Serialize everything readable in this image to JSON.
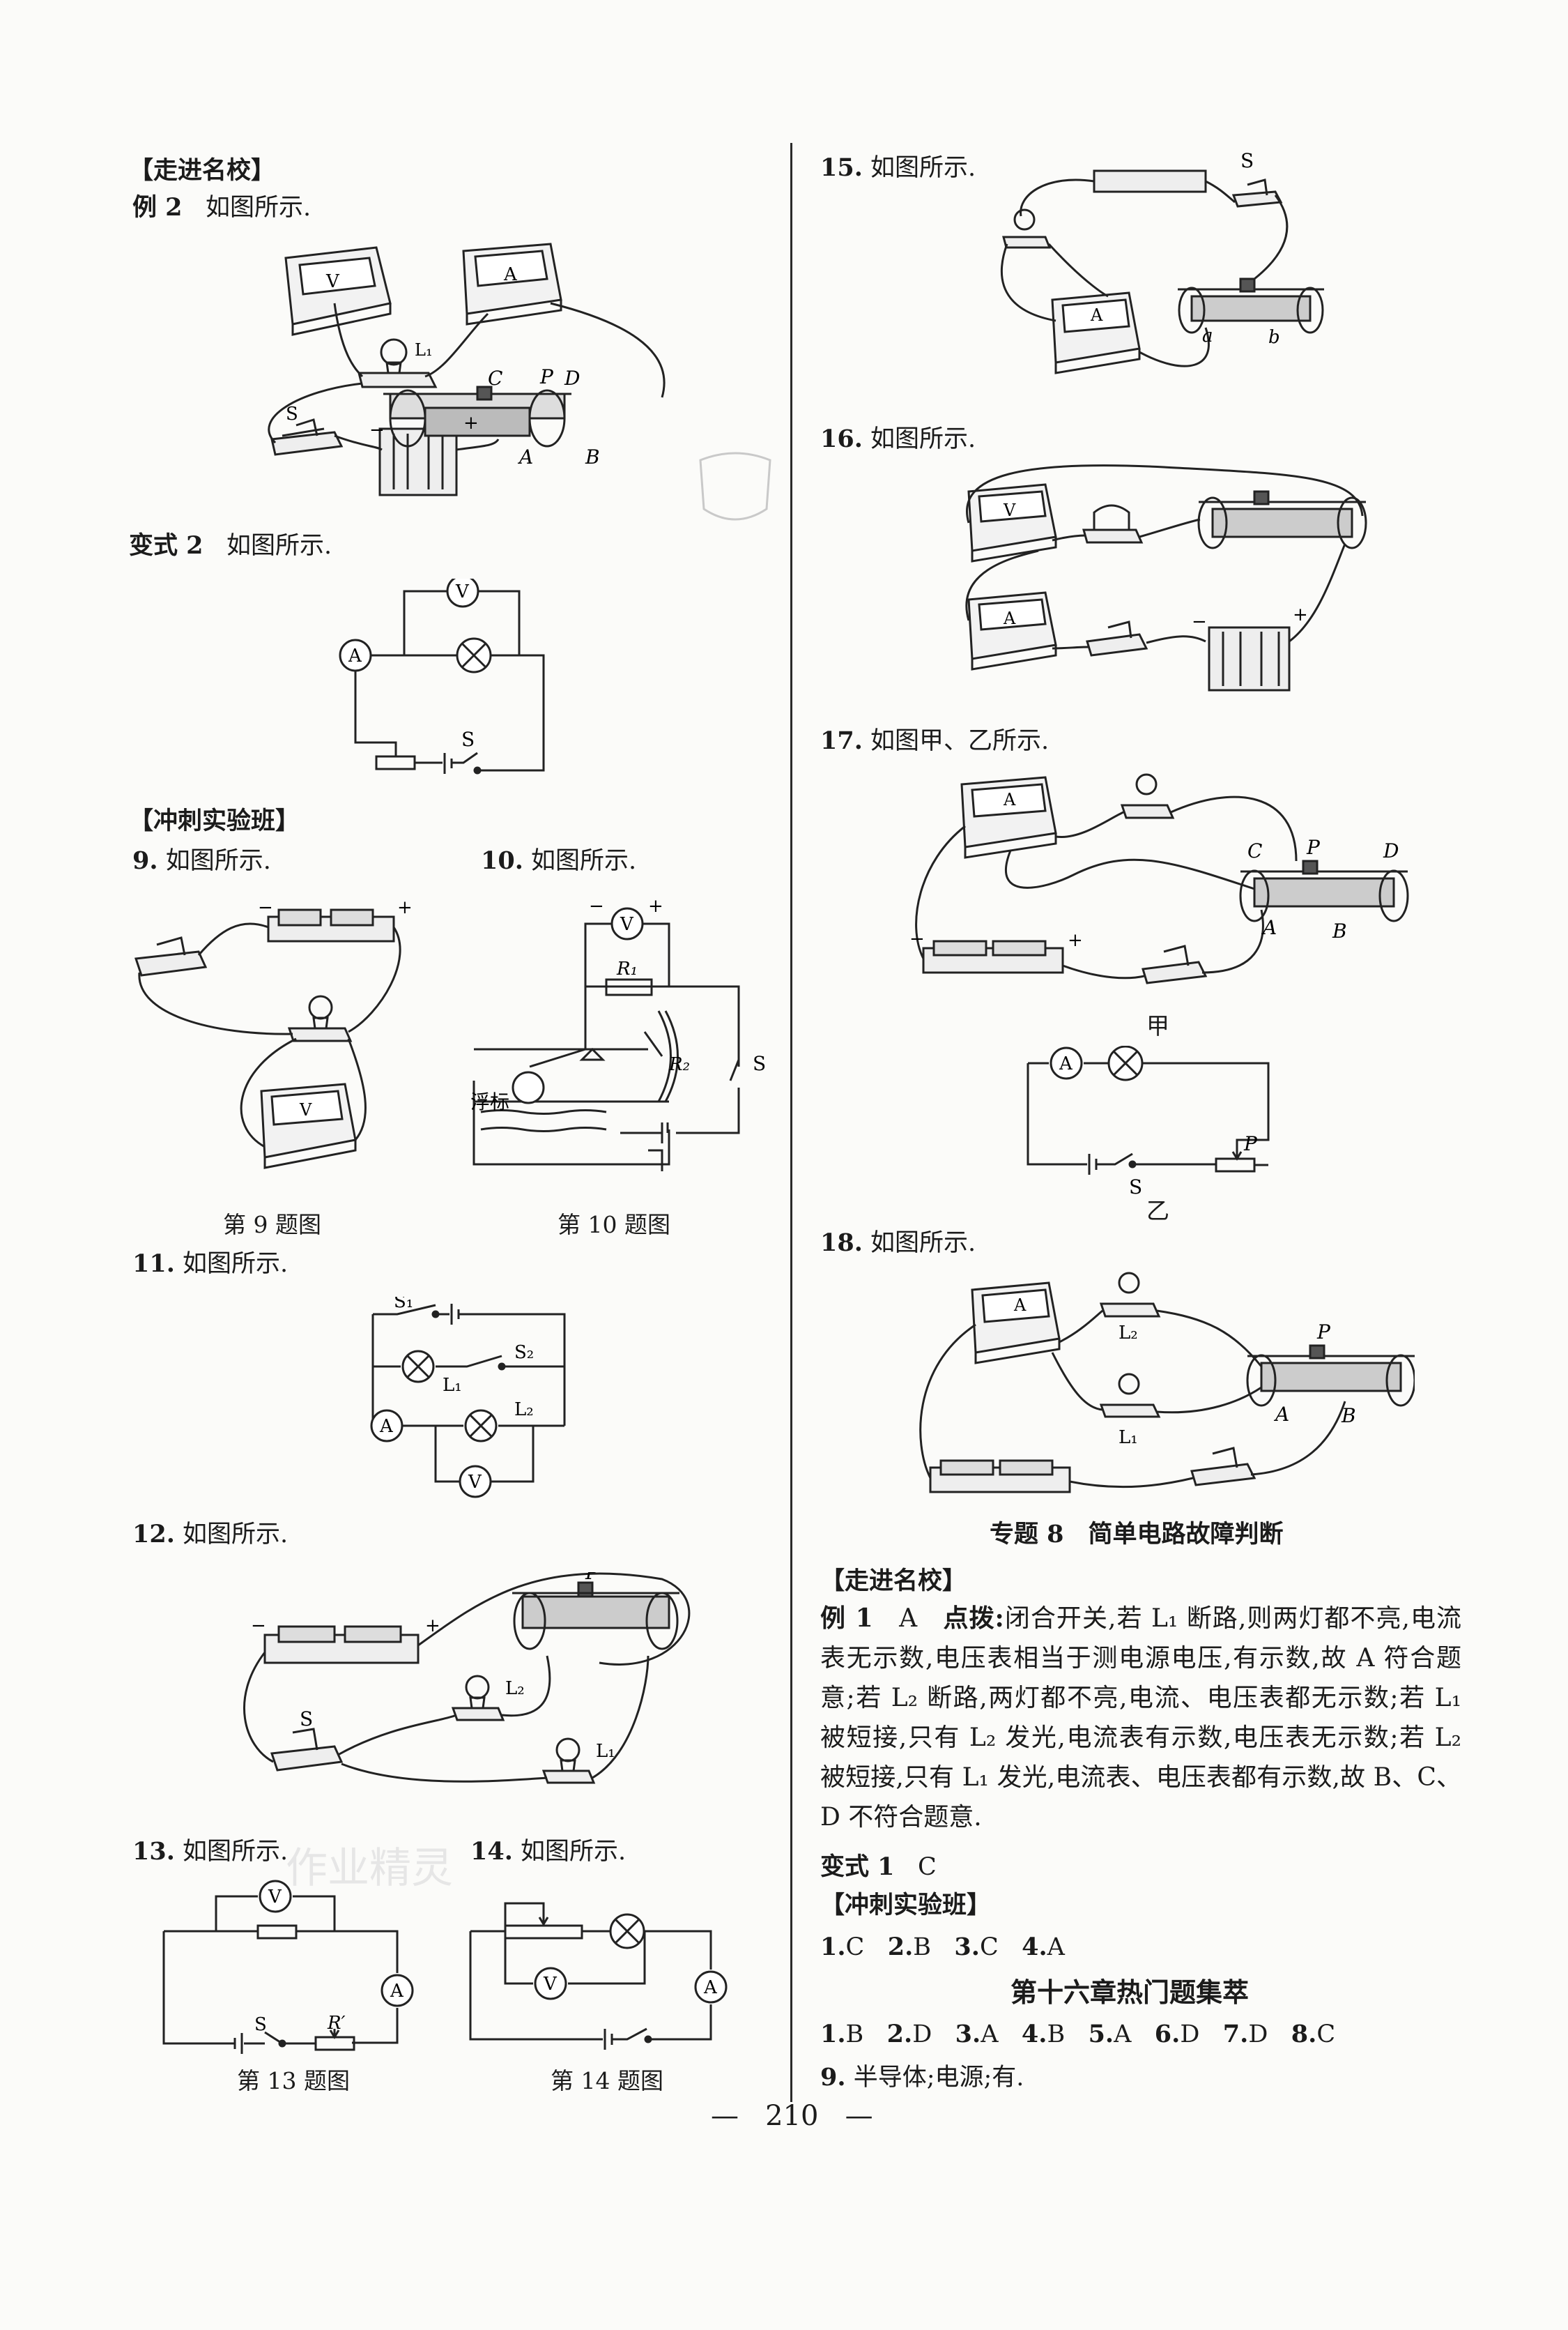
{
  "left": {
    "h_zoujin": "【走进名校】",
    "ex2_label": "例 2",
    "ex2_text": "如图所示.",
    "var2_label": "变式 2",
    "var2_text": "如图所示.",
    "h_chongci": "【冲刺实验班】",
    "q9": "9.",
    "q9_text": "如图所示.",
    "q10": "10.",
    "q10_text": "如图所示.",
    "cap9": "第 9 题图",
    "cap10": "第 10 题图",
    "q11": "11.",
    "q11_text": "如图所示.",
    "q12": "12.",
    "q12_text": "如图所示.",
    "q13": "13.",
    "q13_text": "如图所示.",
    "q14": "14.",
    "q14_text": "如图所示.",
    "cap13": "第 13 题图",
    "cap14": "第 14 题图"
  },
  "right": {
    "q15": "15.",
    "q15_text": "如图所示.",
    "q16": "16.",
    "q16_text": "如图所示.",
    "q17": "17.",
    "q17_text": "如图甲、乙所示.",
    "label_jia": "甲",
    "label_yi": "乙",
    "q18": "18.",
    "q18_text": "如图所示.",
    "topic8": "专题 8　简单电路故障判断",
    "h_zoujin": "【走进名校】",
    "ex1_label": "例 1",
    "ex1_answer": "A",
    "ex1_hint": "点拨:",
    "ex1_text": "闭合开关,若 L₁ 断路,则两灯都不亮,电流表无示数,电压表相当于测电源电压,有示数,故 A 符合题意;若 L₂ 断路,两灯都不亮,电流、电压表都无示数;若 L₁ 被短接,只有 L₂ 发光,电流表有示数,电压表无示数;若 L₂ 被短接,只有 L₁ 发光,电流表、电压表都有示数,故 B、C、D 不符合题意.",
    "var1_label": "变式 1",
    "var1_answer": "C",
    "h_chongci": "【冲刺实验班】",
    "answers_a": [
      {
        "n": "1.",
        "a": "C"
      },
      {
        "n": "2.",
        "a": "B"
      },
      {
        "n": "3.",
        "a": "C"
      },
      {
        "n": "4.",
        "a": "A"
      }
    ],
    "chapter16": "第十六章热门题集萃",
    "answers_b": [
      {
        "n": "1.",
        "a": "B"
      },
      {
        "n": "2.",
        "a": "D"
      },
      {
        "n": "3.",
        "a": "A"
      },
      {
        "n": "4.",
        "a": "B"
      },
      {
        "n": "5.",
        "a": "A"
      },
      {
        "n": "6.",
        "a": "D"
      },
      {
        "n": "7.",
        "a": "D"
      },
      {
        "n": "8.",
        "a": "C"
      }
    ],
    "q9b": "9.",
    "q9b_text": "半导体;电源;有."
  },
  "page_number": "210",
  "watermark_text": "作业精灵"
}
